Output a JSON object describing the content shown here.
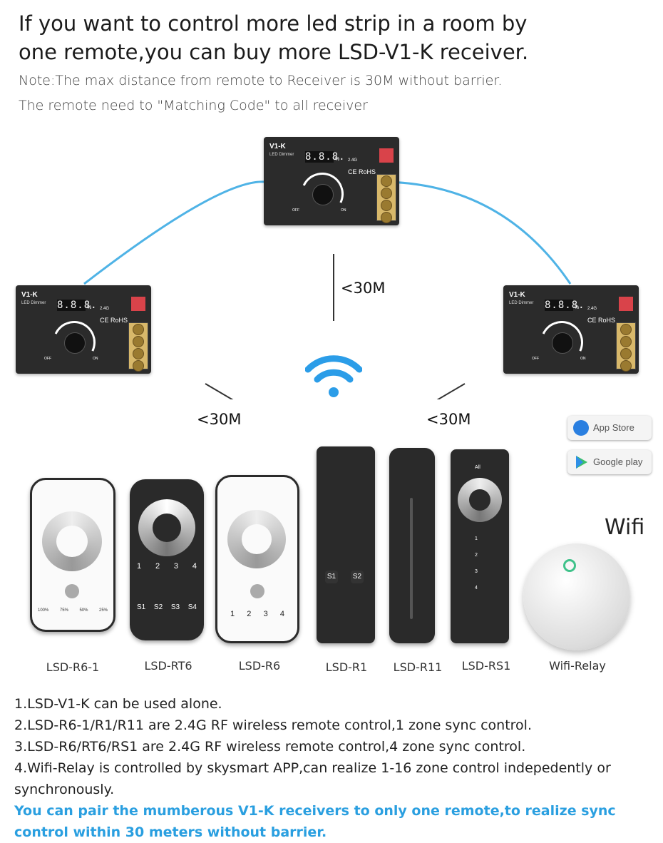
{
  "header": {
    "line1": "If you want to control more led strip in a room by",
    "line2": "one remote,you can buy more LSD-V1-K receiver.",
    "note1": "Note:The max distance from remote to Receiver is 30M without barrier.",
    "note2": "The remote need to \"Matching Code\" to all receiver"
  },
  "receiver": {
    "title": "V1-K",
    "subtitle": "LED Dimmer",
    "display": "8.8.8.",
    "percent": "%",
    "rf": "2.4G",
    "cert": "CE RoHS",
    "off": "OFF",
    "on": "ON"
  },
  "distances": {
    "top": "<30M",
    "left": "<30M",
    "right": "<30M"
  },
  "stores": {
    "app_store": "App Store",
    "google_play": "Google play"
  },
  "wifi_label": "Wifi",
  "models": {
    "m1": "LSD-R6-1",
    "m2": "LSD-RT6",
    "m3": "LSD-R6",
    "m4": "LSD-R1",
    "m5": "LSD-R11",
    "m6": "LSD-RS1",
    "m7": "Wifi-Relay"
  },
  "remote_labels": {
    "r6_1_pct": [
      "100%",
      "75%",
      "50%",
      "25%"
    ],
    "zones": [
      "1",
      "2",
      "3",
      "4"
    ],
    "scenes": [
      "S1",
      "S2",
      "S3",
      "S4"
    ],
    "r1_scenes": [
      "S1",
      "S2"
    ],
    "rs1_all": "All"
  },
  "descriptions": {
    "d1": "1.LSD-V1-K can be used alone.",
    "d2": "2.LSD-R6-1/R1/R11 are 2.4G RF wireless remote control,1 zone sync control.",
    "d3": "3.LSD-R6/RT6/RS1 are 2.4G RF wireless remote control,4 zone sync control.",
    "d4": "4.Wifi-Relay is controlled by skysmart APP,can realize 1-16 zone control indepedently or synchronously.",
    "highlight": "You can pair the mumberous V1-K receivers to only one remote,to realize sync control within 30 meters without barrier."
  },
  "colors": {
    "arc": "#4fb3e6",
    "highlight": "#2a9fe0",
    "wifi": "#2b9de8"
  },
  "icons": [
    "wifi-icon",
    "power-icon",
    "app-store-icon",
    "google-play-icon"
  ]
}
